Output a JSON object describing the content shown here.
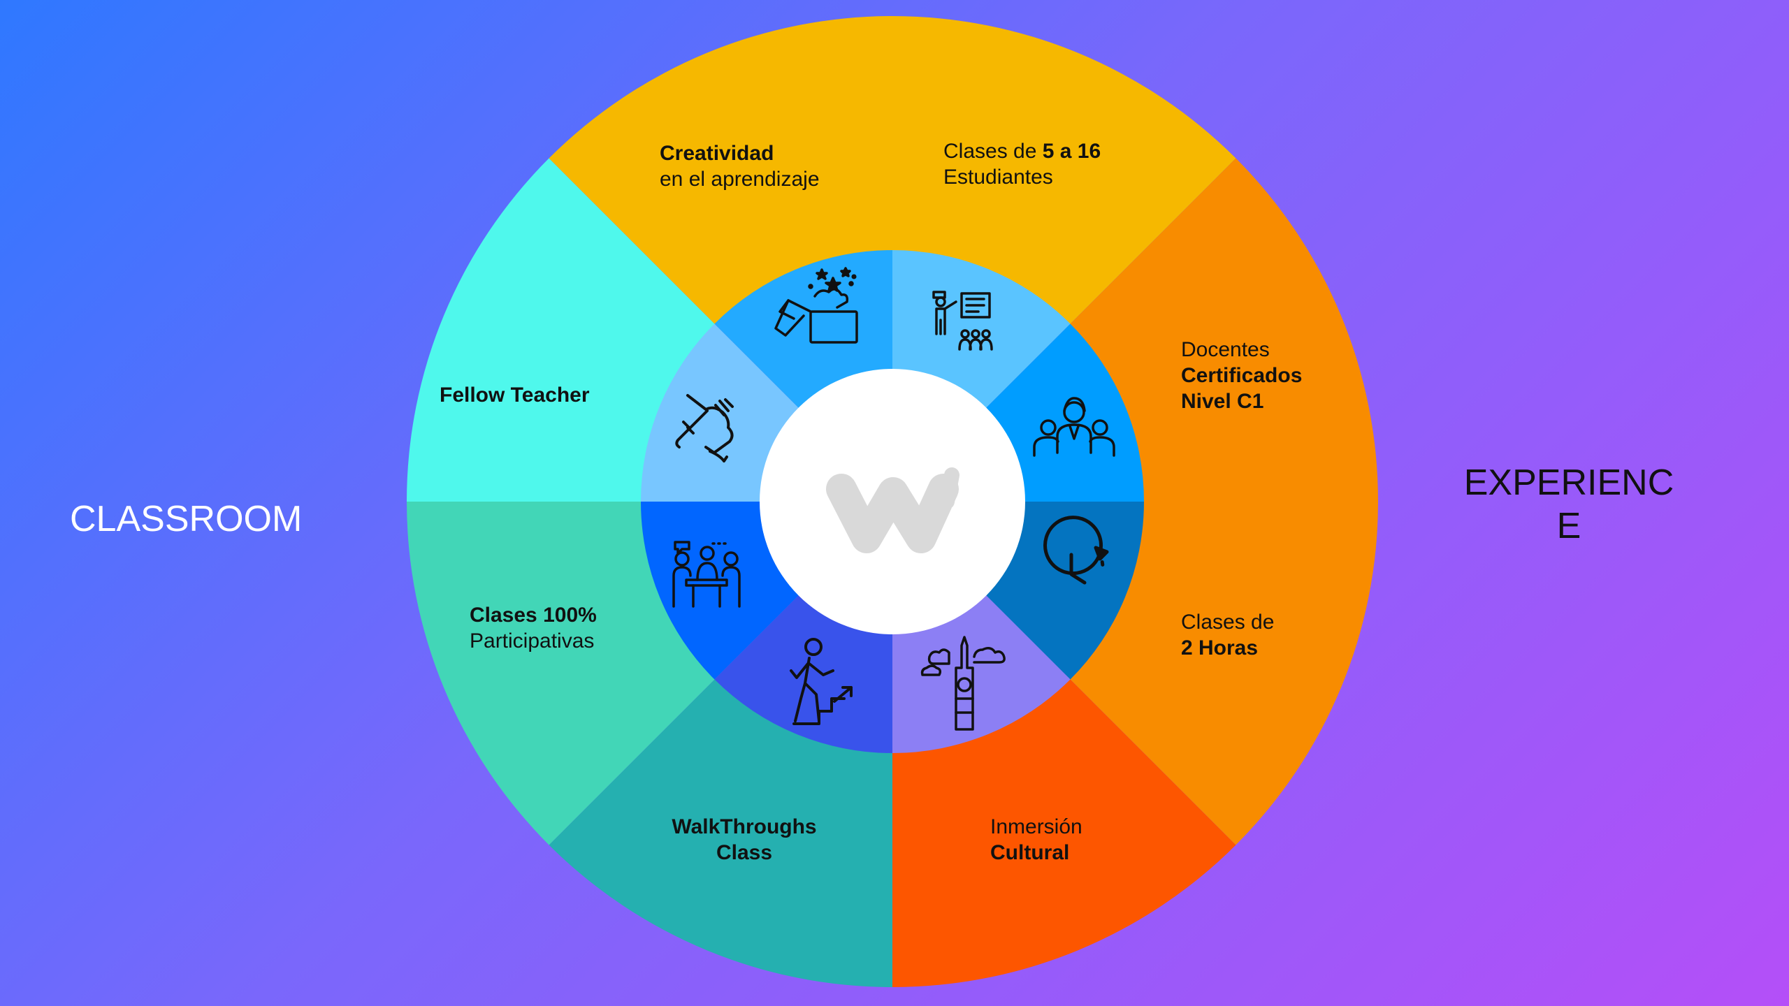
{
  "labels": {
    "left": "CLASSROOM",
    "right_line1": "EXPERIENC",
    "right_line2": "E"
  },
  "colors": {
    "background_start": "#2f78ff",
    "background_end": "#b44ff8",
    "outer_segments": [
      "#f6b800",
      "#f88c00",
      "#f88c00",
      "#fd5600",
      "#25b0b0",
      "#42d6b7",
      "#4ff8ec",
      "#f6b800"
    ],
    "inner_segments": [
      "#5ac4ff",
      "#009dff",
      "#0474c0",
      "#8c7ff4",
      "#3953eb",
      "#0166ff",
      "#78c6ff",
      "#23aaff"
    ],
    "logo": "#d9d9d9",
    "hub": "#ffffff"
  },
  "segments": {
    "class_size": {
      "line1_pre": "Clases de ",
      "line1_bold": "5 a 16",
      "line2": "Estudiantes",
      "icon": "teacher-presentation-icon"
    },
    "teachers": {
      "line1": "Docentes",
      "line2_bold": "Certificados",
      "line3_bold": "Nivel C1",
      "icon": "team-group-icon"
    },
    "duration": {
      "line1": "Clases de",
      "line2_bold": "2 Horas",
      "icon": "clock-icon"
    },
    "culture": {
      "line1": "Inmersión",
      "line2_bold": "Cultural",
      "icon": "big-ben-icon"
    },
    "walkthroughs": {
      "line1_bold": "WalkThroughs",
      "line2_bold": "Class",
      "icon": "climbing-stairs-icon"
    },
    "participative": {
      "line1_bold": "Clases 100%",
      "line2": "Participativas",
      "icon": "meeting-table-icon"
    },
    "fellow": {
      "line1_bold": "Fellow Teacher",
      "icon": "handshake-icon"
    },
    "creativity": {
      "line1_bold": "Creatividad",
      "line2": "en el aprendizaje",
      "icon": "magic-box-icon"
    }
  },
  "logo_icon": "brand-logo-icon"
}
